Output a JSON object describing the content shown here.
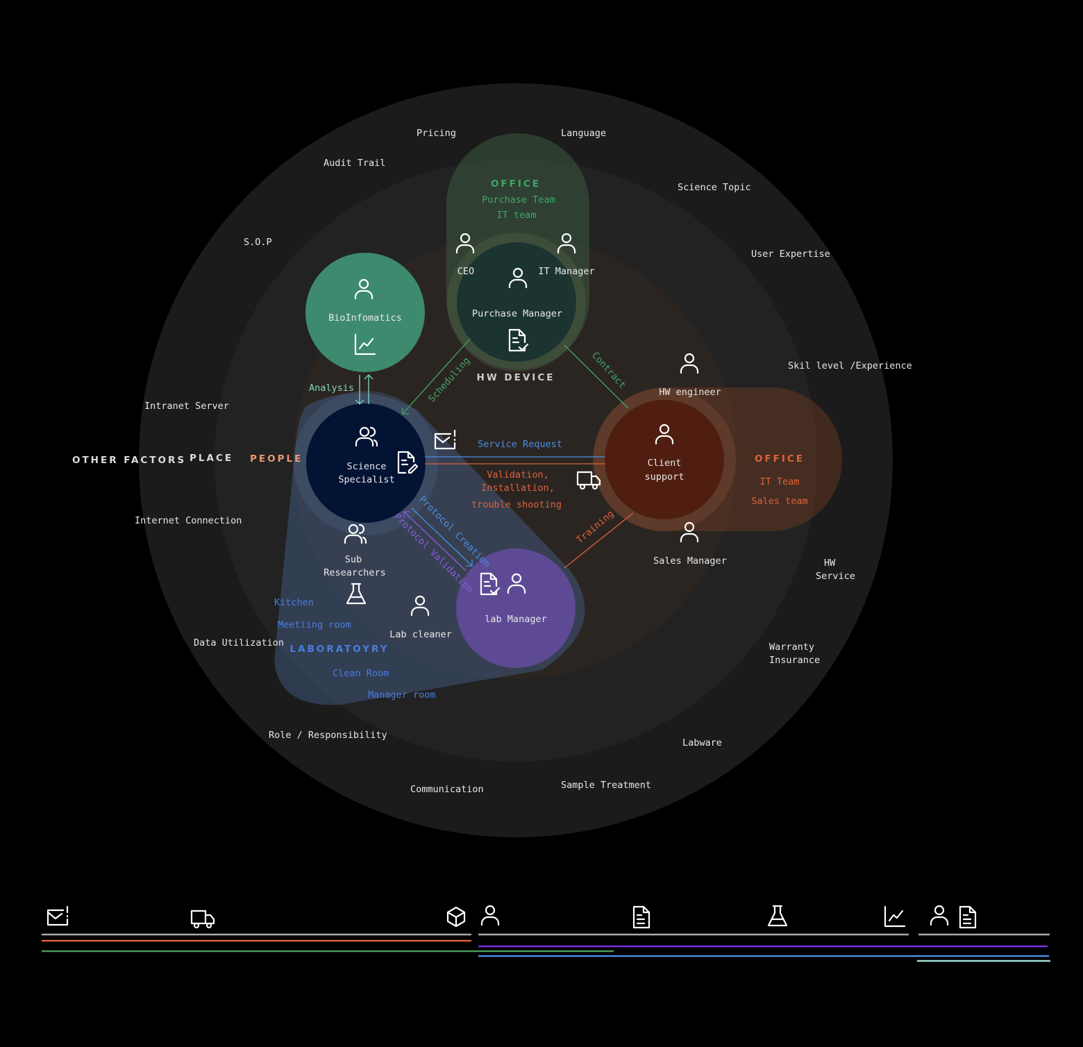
{
  "colors": {
    "office": "#3fa865",
    "client": "#e0623a",
    "lab": "#4a8ee0",
    "purple": "#8a5ae0",
    "teal": "#7fd8c0",
    "text": "#e8e8e8"
  },
  "rings": {
    "other_factors": "OTHER FACTORS",
    "place": "PLACE",
    "people": "PEOPLE"
  },
  "other_factors": [
    "Pricing",
    "Language",
    "Audit Trail",
    "Science Topic",
    "S.O.P",
    "User Expertise",
    "Skil level /Experience",
    "Intranet Server",
    "Internet Connection",
    "HW",
    "Service",
    "Warranty",
    "Insurance",
    "Data Utilization",
    "Labware",
    "Role / Responsibility",
    "Sample Treatment",
    "Communication"
  ],
  "office_top": {
    "title": "OFFICE",
    "items": [
      "Purchase Team",
      "IT team"
    ],
    "ceo": "CEO",
    "it_manager": "IT Manager"
  },
  "office_right": {
    "title": "OFFICE",
    "items": [
      "IT Team",
      "Sales team"
    ]
  },
  "hw_device": "HW DEVICE",
  "nodes": {
    "bioinformatics": "BioInfomatics",
    "purchase_manager": "Purchase Manager",
    "science_specialist": [
      "Science",
      "Specialist"
    ],
    "client_support": [
      "Client",
      "support"
    ],
    "lab_manager": "lab Manager"
  },
  "people": {
    "hw_engineer": "HW engineer",
    "sales_manager": "Sales Manager",
    "sub_researchers": [
      "Sub",
      "Researchers"
    ],
    "lab_cleaner": "Lab cleaner"
  },
  "lab": {
    "title": "LABORATOYRY",
    "rooms": [
      "Kitchen",
      "Meetiing room",
      "Clean Room",
      "Manager room"
    ]
  },
  "edges": {
    "analysis": "Analysis",
    "scheduling": "Scheduling",
    "contract": "Contract",
    "service_request": "Service Request",
    "validation": [
      "Validation,",
      "Installation,",
      "trouble shooting"
    ],
    "training": "Training",
    "protocol_creation": "Protocol Creation",
    "protocol_validation": "Protocol Validation"
  },
  "legend": {
    "icons": [
      "mail-icon",
      "truck-icon",
      "cube-icon",
      "person-icon",
      "document-icon",
      "flask-icon",
      "chart-icon",
      "person-icon",
      "document-icon"
    ]
  }
}
